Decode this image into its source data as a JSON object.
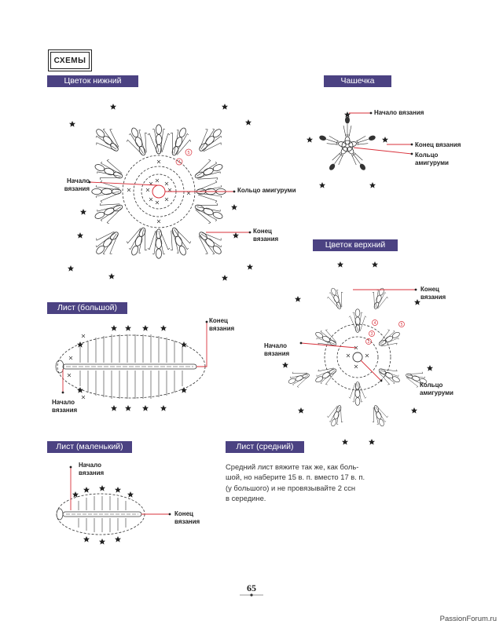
{
  "header": {
    "schemes_label": "СХЕМЫ"
  },
  "sections": {
    "bottom_flower": {
      "title": "Цветок нижний",
      "start_label": "Начало\nвязания",
      "ring_label": "Кольцо амигуруми",
      "end_label": "Конец\nвязания",
      "round_markers": [
        "4",
        "5"
      ]
    },
    "cup": {
      "title": "Чашечка",
      "start_label": "Начало вязания",
      "end_label": "Конец вязания",
      "ring_label": "Кольцо\nамигуруми"
    },
    "top_flower": {
      "title": "Цветок верхний",
      "end_label": "Конец\nвязания",
      "start_label": "Начало\nвязания",
      "ring_label": "Кольцо\nамигуруми",
      "round_markers": [
        "4",
        "5",
        "2",
        "3"
      ]
    },
    "big_leaf": {
      "title": "Лист (большой)",
      "end_label": "Конец\nвязания",
      "start_label": "Начало\nвязания"
    },
    "small_leaf": {
      "title": "Лист (маленький)",
      "start_label": "Начало\nвязания",
      "end_label": "Конец\nвязания"
    },
    "medium_leaf": {
      "title": "Лист (средний)",
      "note": "Средний лист вяжите так же, как боль-\nшой, но наберите 15 в. п. вместо 17 в. п.\n(у большого) и не провязывайте 2 ссн\nв середине."
    }
  },
  "colors": {
    "band": "#4b4282",
    "marker_red": "#d9303a",
    "ink": "#222222"
  },
  "page_number": "65",
  "watermark": "PassionForum.ru"
}
